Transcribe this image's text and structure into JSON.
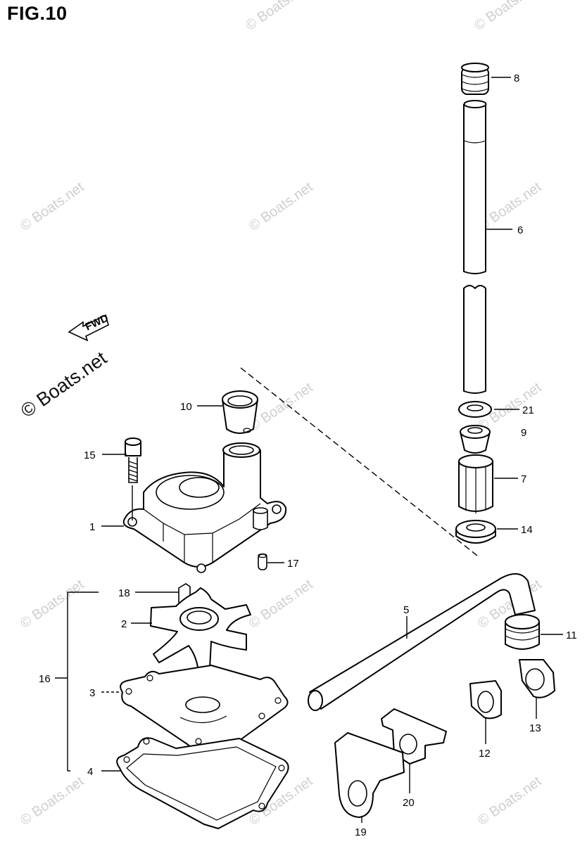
{
  "title": "FIG.10",
  "watermark": "© Boats.net",
  "parts": {
    "p1": "1",
    "p2": "2",
    "p3": "3",
    "p4": "4",
    "p5": "5",
    "p6": "6",
    "p7": "7",
    "p8": "8",
    "p9": "9",
    "p10": "10",
    "p11": "11",
    "p12": "12",
    "p13": "13",
    "p14": "14",
    "p15": "15",
    "p16": "16",
    "p17": "17",
    "p18": "18",
    "p19": "19",
    "p20": "20",
    "p21": "21"
  },
  "fwd_label": "FWD"
}
